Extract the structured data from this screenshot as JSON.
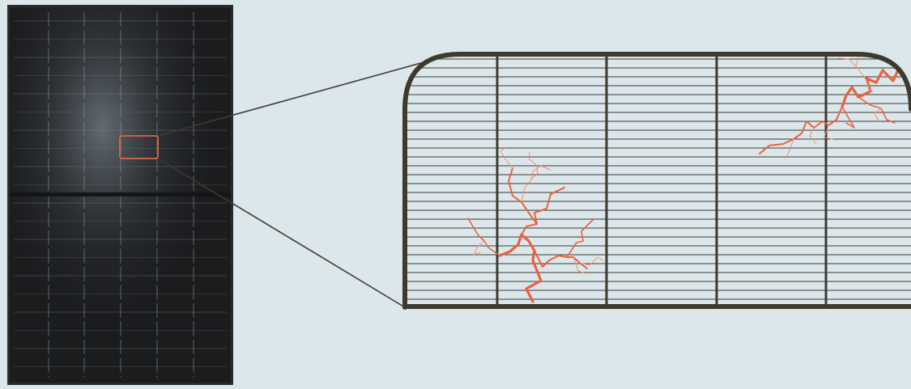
{
  "colors": {
    "background": "#dce7ec",
    "panel_dark": "#1b1c1e",
    "panel_frame": "#2a2b2d",
    "panel_highlight": "#6f7a82",
    "cell_line": "#7d8489",
    "frame_line": "#3d3a30",
    "crack": "#e8623e",
    "crack_light": "#f0906f",
    "highlight_box": "#e8623e"
  },
  "icons": [
    "solar-panel-image",
    "zoom-highlight-box",
    "magnified-cell-view",
    "crack-icon"
  ]
}
